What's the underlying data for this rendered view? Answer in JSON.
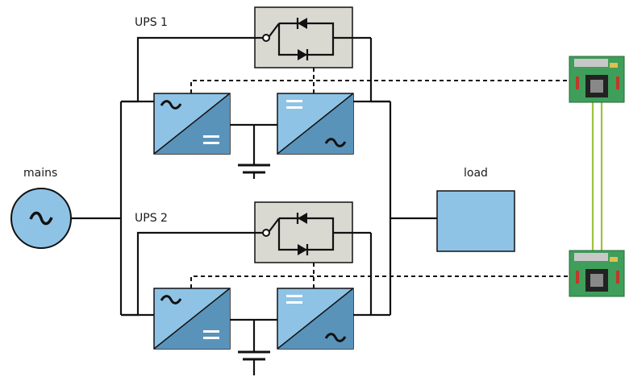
{
  "labels": {
    "mains": "mains",
    "load": "load",
    "ups1": "UPS 1",
    "ups2": "UPS 2"
  },
  "colors": {
    "converter_fill": "#8ec3e6",
    "converter_dark": "#5a93ba",
    "load_fill": "#8ec3e6",
    "bypass_box": "#d9d9d2",
    "pcb_green": "#3e9e5a",
    "link_green": "#9cc43a"
  },
  "icons": {
    "mains_source": "ac-source-icon",
    "rectifier": "ac-dc-converter-icon",
    "inverter": "dc-ac-converter-icon",
    "battery": "battery-icon",
    "bypass": "static-switch-icon",
    "control_board": "pcb-icon"
  }
}
